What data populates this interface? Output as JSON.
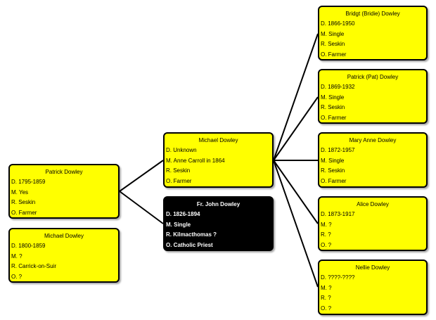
{
  "people": {
    "patrick_dowley_1795": {
      "name": "Patrick Dowley",
      "d": "D. 1795-1859",
      "m": "M. Yes",
      "r": "R. Seskin",
      "o": "O. Farmer"
    },
    "michael_dowley_1800": {
      "name": "Michael Dowley",
      "d": "D. 1800-1859",
      "m": "M. ?",
      "r": "R. Carrick-on-Suir",
      "o": "O. ?"
    },
    "michael_dowley": {
      "name": "Michael Dowley",
      "d": "D. Unknown",
      "m": "M. Anne Carroll  in 1864",
      "r": "R. Seskin",
      "o": "O. Farmer"
    },
    "fr_john_dowley": {
      "name": "Fr. John Dowley",
      "d": "D. 1826-1894",
      "m": "M. Single",
      "r": "R. Kilmacthomas  ?",
      "o": "O. Catholic Priest"
    },
    "bridgt_dowley": {
      "name": "Bridgt (Bridie) Dowley",
      "d": "D.  1866-1950",
      "m": "M. Single",
      "r": "R. Seskin",
      "o": "O. Farmer"
    },
    "patrick_pat_dowley": {
      "name": "Patrick (Pat) Dowley",
      "d": "D. 1869-1932",
      "m": "M. Single",
      "r": "R. Seskin",
      "o": "O. Farmer"
    },
    "mary_anne_dowley": {
      "name": "Mary Anne Dowley",
      "d": "D. 1872-1957",
      "m": "M. Single",
      "r": "R. Seskin",
      "o": "O. Farmer"
    },
    "alice_dowley": {
      "name": "Alice Dowley",
      "d": "D. 1873-1917",
      "m": "M. ?",
      "r": "R. ?",
      "o": "O. ?"
    },
    "nellie_dowley": {
      "name": "Nellie Dowley",
      "d": "D. ????-????",
      "m": "M. ?",
      "r": "R. ?",
      "o": "O. ?"
    }
  },
  "colors": {
    "card_fill": "#ffff00",
    "card_fill_dark": "#000000",
    "border": "#000000",
    "line": "#000000"
  }
}
